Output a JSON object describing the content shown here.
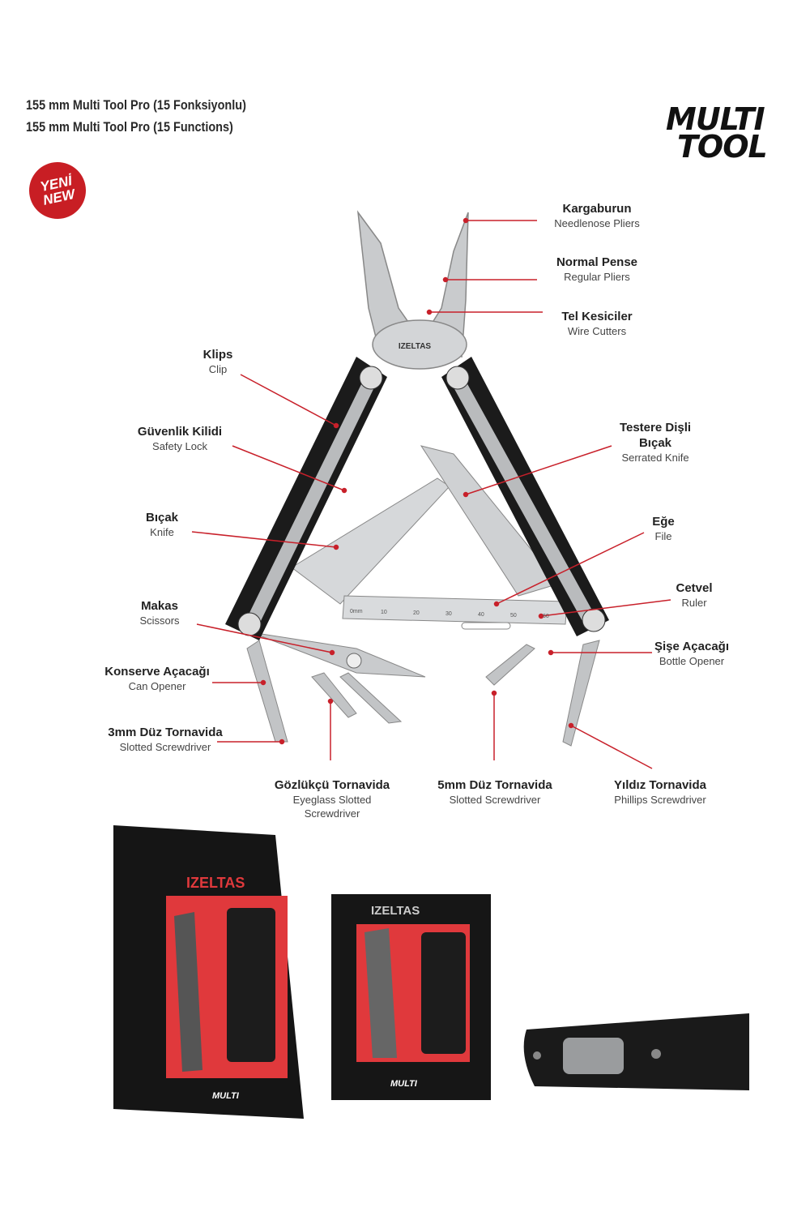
{
  "header": {
    "title_tr": "155 mm Multi Tool Pro (15 Fonksiyonlu)",
    "title_en": "155 mm Multi Tool Pro (15 Functions)"
  },
  "badge": {
    "line1": "YENİ",
    "line2": "NEW",
    "color": "#c81e24"
  },
  "logo": {
    "line1": "MULTI",
    "line2": "TOOL"
  },
  "brand": "IZELTAS",
  "ruler_ticks": [
    "0mm",
    "10",
    "20",
    "30",
    "40",
    "50",
    "60"
  ],
  "labels": [
    {
      "tr": "Kargaburun",
      "en": "Needlenose Pliers"
    },
    {
      "tr": "Normal Pense",
      "en": "Regular Pliers"
    },
    {
      "tr": "Tel Kesiciler",
      "en": "Wire Cutters"
    },
    {
      "tr": "Klips",
      "en": "Clip"
    },
    {
      "tr": "Güvenlik Kilidi",
      "en": "Safety Lock"
    },
    {
      "tr": "Bıçak",
      "en": "Knife"
    },
    {
      "tr": "Makas",
      "en": "Scissors"
    },
    {
      "tr": "Konserve Açacağı",
      "en": "Can Opener"
    },
    {
      "tr": "3mm Düz Tornavida",
      "en": "Slotted Screwdriver"
    },
    {
      "tr": "Gözlükçü Tornavida",
      "en": "Eyeglass Slotted",
      "en2": "Screwdriver"
    },
    {
      "tr": "5mm Düz Tornavida",
      "en": "Slotted Screwdriver"
    },
    {
      "tr": "Yıldız Tornavida",
      "en": "Phillips Screwdriver"
    },
    {
      "tr": "Testere Dişli",
      "tr2": "Bıçak",
      "en": "Serrated Knife"
    },
    {
      "tr": "Eğe",
      "en": "File"
    },
    {
      "tr": "Cetvel",
      "en": "Ruler"
    },
    {
      "tr": "Şişe Açacağı",
      "en": "Bottle Opener"
    }
  ],
  "colors": {
    "leader": "#c8202a",
    "steel": "#c9cbcd",
    "handle": "#1b1b1b",
    "box_red": "#e0393c"
  }
}
